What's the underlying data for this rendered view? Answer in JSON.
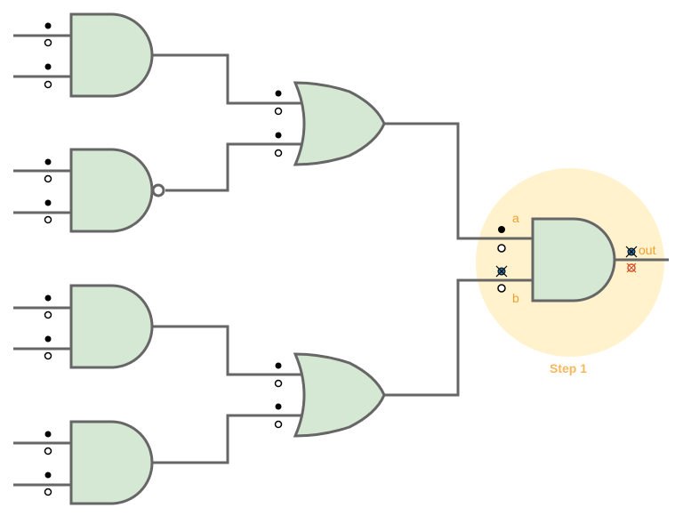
{
  "highlight": {
    "step_label": "Step 1",
    "fill_color": "#fff2cc",
    "accent_color": "#f0a030"
  },
  "focus_gate": {
    "type": "AND",
    "input_a_label": "a",
    "input_b_label": "b",
    "output_label": "out"
  },
  "colors": {
    "gate_fill": "#d5e8d4",
    "gate_stroke": "#666666"
  }
}
